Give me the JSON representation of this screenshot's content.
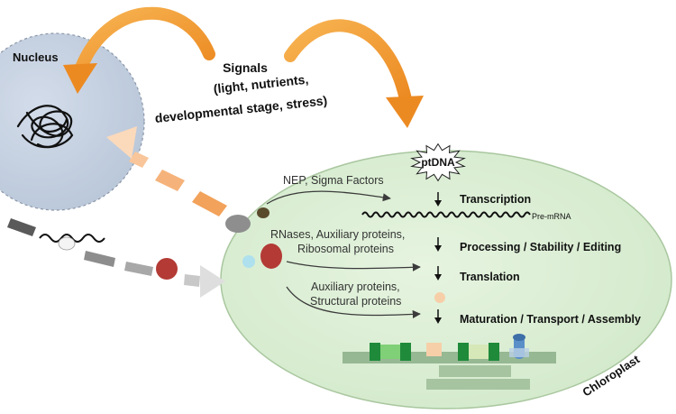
{
  "nucleus": {
    "label": "Nucleus"
  },
  "signals": {
    "line1": "Signals",
    "line2": "(light, nutrients,",
    "line3": "developmental stage, stress)"
  },
  "chloroplast": {
    "label": "Chloroplast",
    "genome_label": "ptDNA",
    "pre_mrna_label": "Pre-mRNA",
    "factors": {
      "nep_sigma": "NEP, Sigma Factors",
      "rnases_line1": "RNases, Auxiliary proteins,",
      "rnases_line2": "Ribosomal proteins",
      "aux_line1": "Auxiliary proteins,",
      "aux_line2": "Structural proteins"
    },
    "steps": {
      "transcription": "Transcription",
      "processing": "Processing / Stability / Editing",
      "translation": "Translation",
      "maturation": "Maturation / Transport / Assembly"
    }
  },
  "colors": {
    "nucleus_fill": "#c4d0df",
    "chloroplast_fill": "#dcefd6",
    "chloroplast_stroke": "#a9c79f",
    "signal_arrow": "#f29a2e",
    "retrograde_arrow": "#f7c79a",
    "import_arrow": "#9a9a9a"
  }
}
